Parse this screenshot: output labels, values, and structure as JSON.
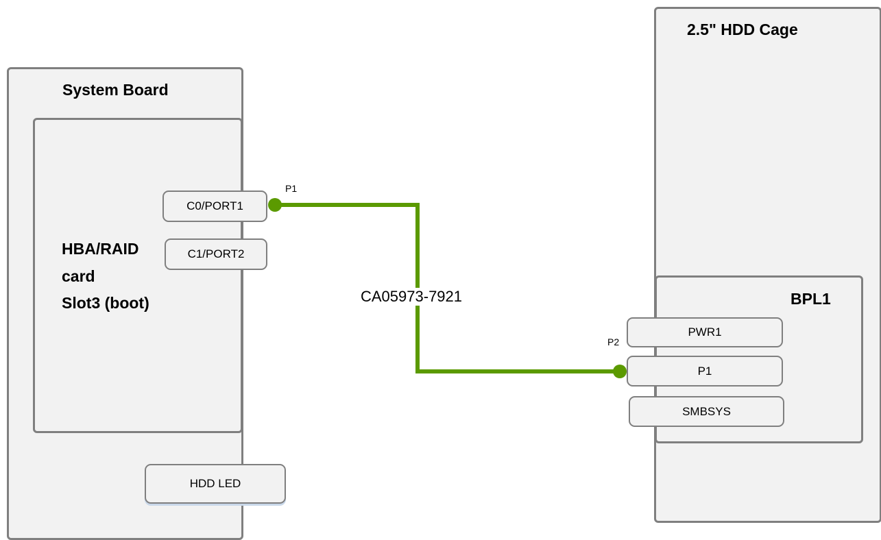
{
  "system_board": {
    "title": "System Board",
    "card": {
      "title_line1": "HBA/RAID",
      "title_line2": "card",
      "title_line3": "Slot3 (boot)",
      "ports": [
        "C0/PORT1",
        "C1/PORT2"
      ]
    },
    "hdd_led": "HDD LED"
  },
  "hdd_cage": {
    "title": "2.5\" HDD Cage",
    "backplane": {
      "title": "BPL1",
      "ports": [
        "PWR1",
        "P1",
        "SMBSYS"
      ]
    }
  },
  "cable": {
    "part_number": "CA05973-7921",
    "end1_label": "P1",
    "end2_label": "P2",
    "color": "#5b9a00"
  },
  "colors": {
    "box_fill": "#f2f2f2",
    "box_border": "#7f7f7f"
  }
}
